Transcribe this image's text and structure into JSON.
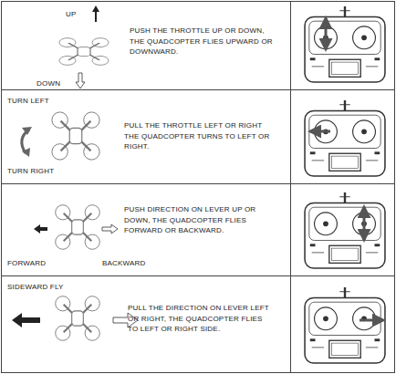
{
  "diagram": {
    "labels": [
      "UP",
      "DOWN",
      "PUSH THE THROTTLE UP OR DOWN, THE QUADCOPTER FLIES UPWARD OR DOWNWARD.",
      "TURN LEFT",
      "TURN RIGHT",
      "PULL THE THROTTLE LEFT OR RIGHT THE QUADCOPTER TURNS TO LEFT OR RIGHT.",
      "PUSH DIRECTION ON LEVER UP OR DOWN, THE QUADCOPTER FLIES FORWARD OR BACKWARD.",
      "FORWARD",
      "BACKWARD",
      "SIDEWARD FLY",
      "PULL THE DIRECTION ON LEVER LEFT OR RIGHT, THE QUADCOPTER FLIES TO LEFT OR RIGHT SIDE."
    ]
  }
}
